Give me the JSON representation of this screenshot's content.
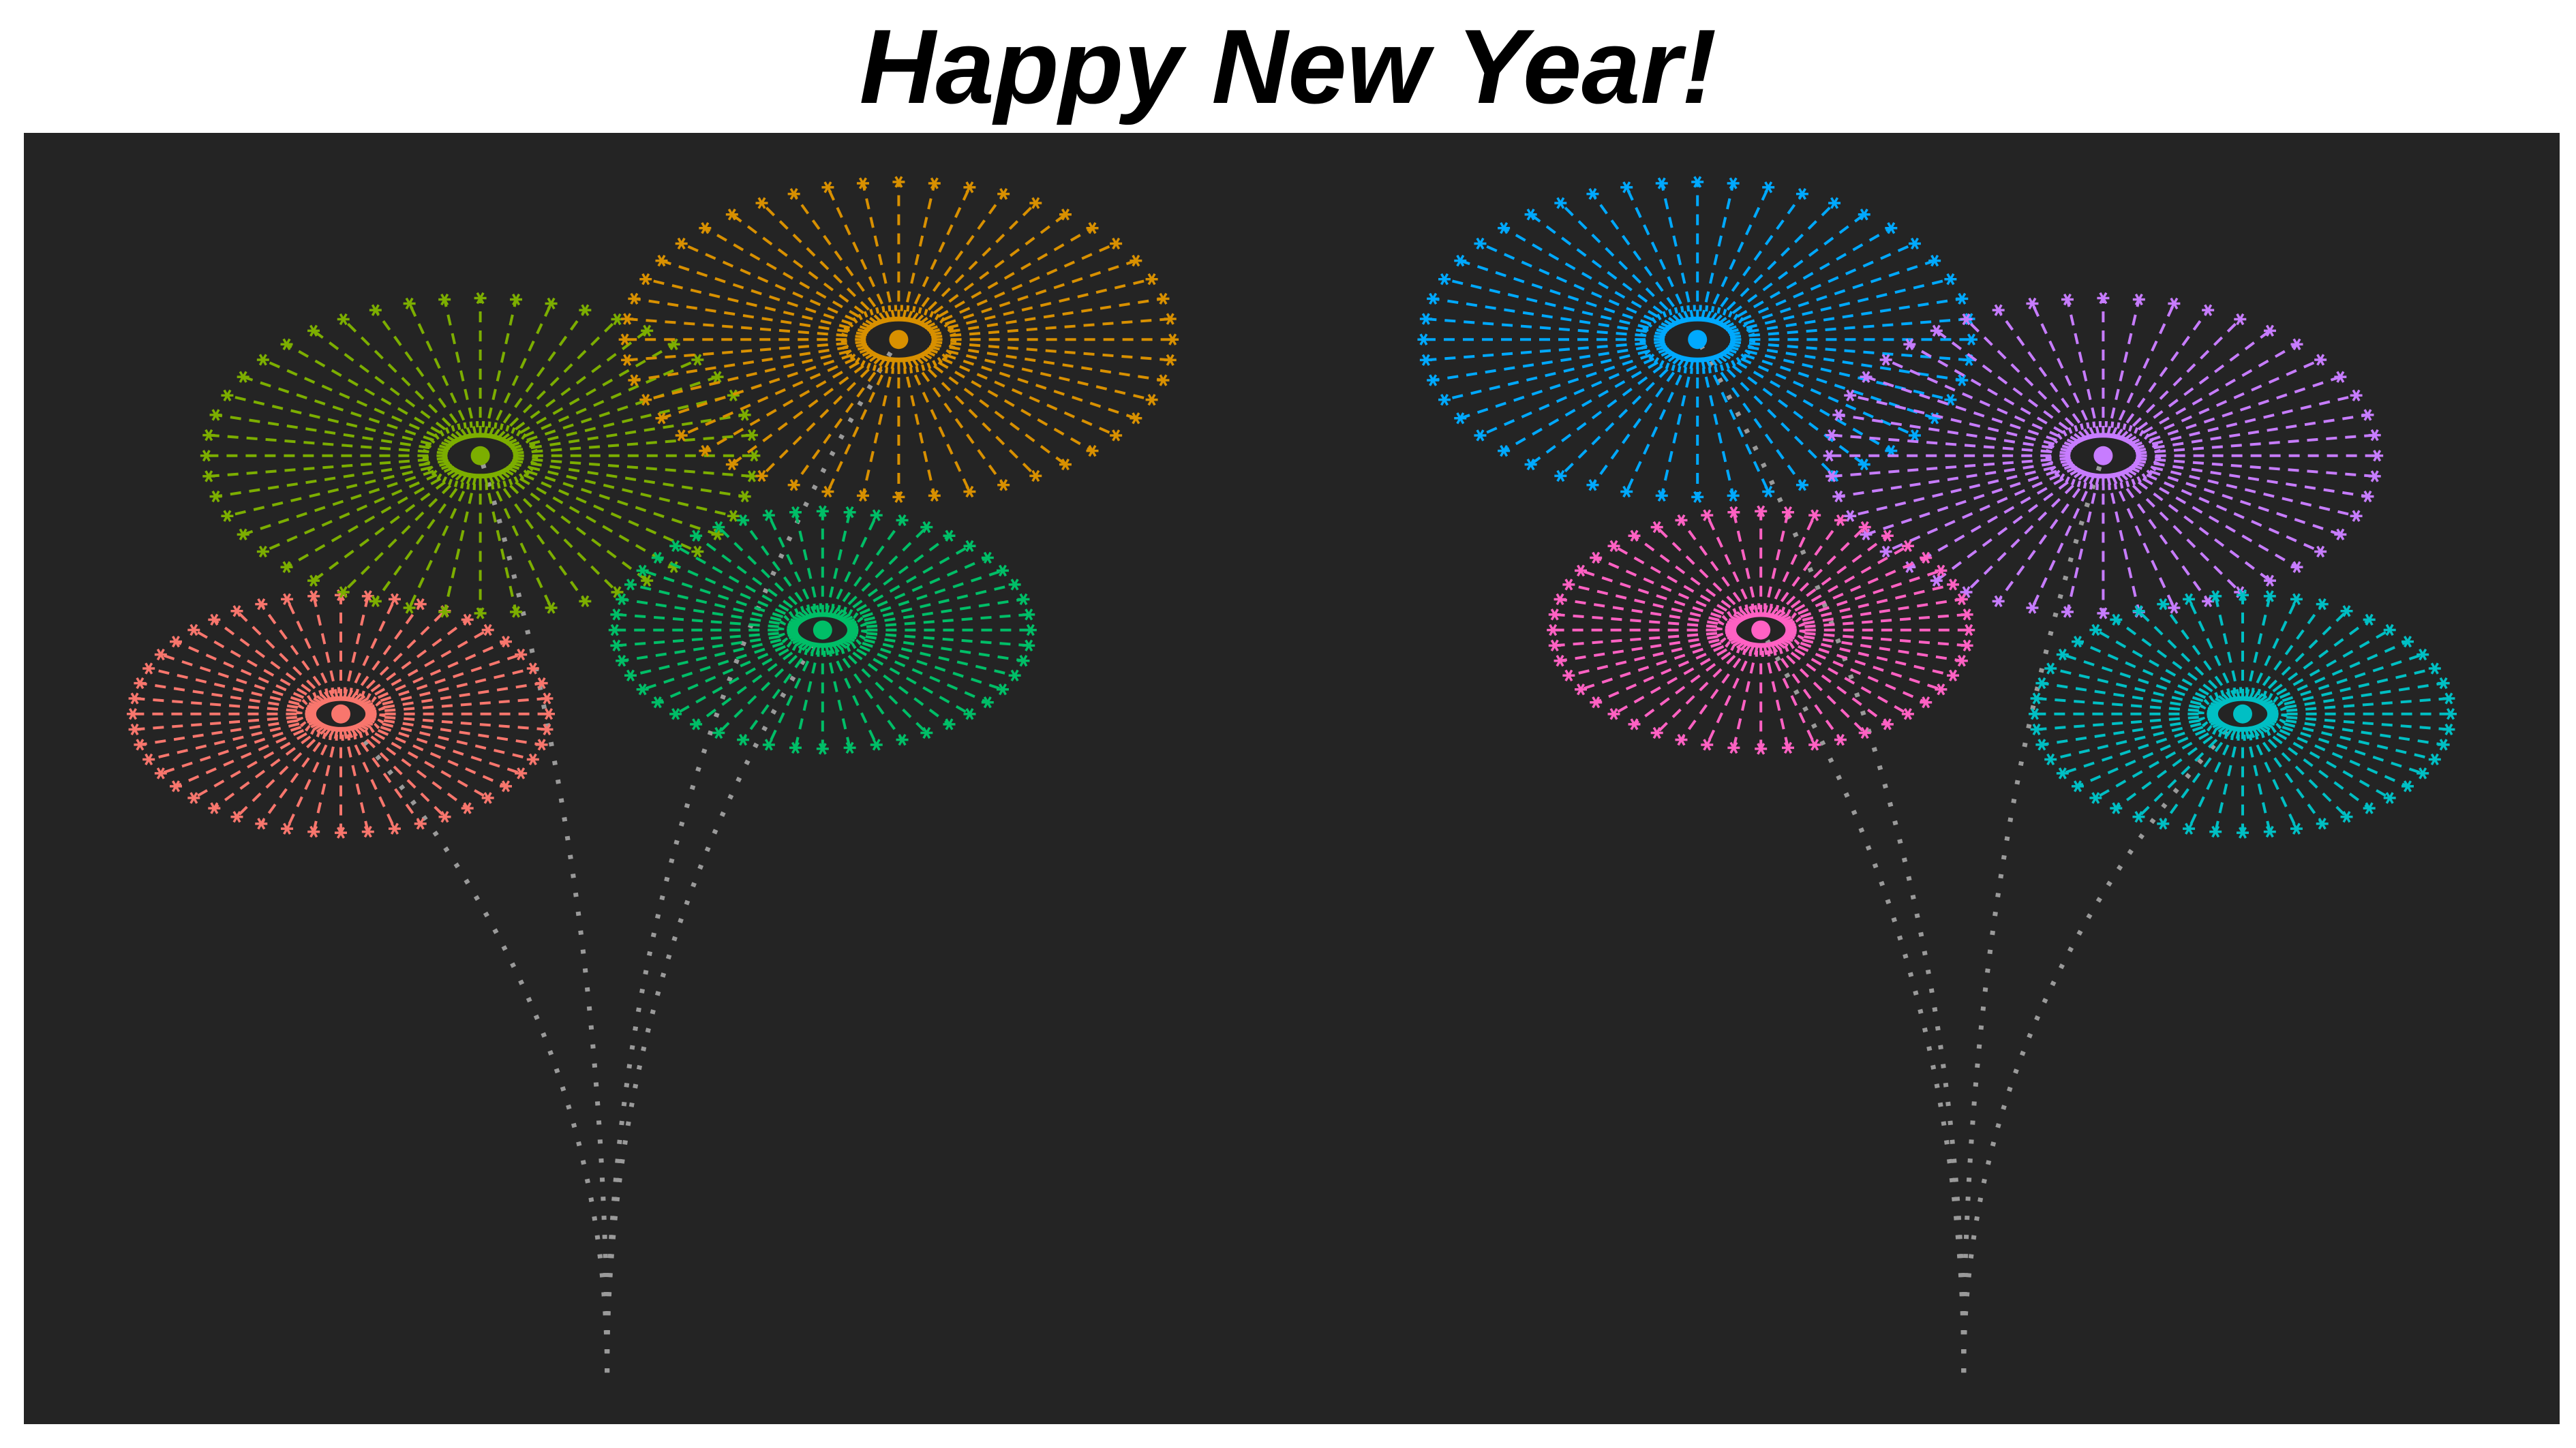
{
  "title": "Happy New Year!",
  "chart_data": {
    "type": "scatter",
    "description_style": "fireworks (polar rays rendered as dashed spokes with star tips, launched from dotted stems)",
    "panel_background": "#242424",
    "axes_visible": false,
    "grid": false,
    "legend": "none",
    "xlim": [
      0,
      100
    ],
    "ylim": [
      0,
      100
    ],
    "launch_points": [
      {
        "x": 23,
        "y": 4
      },
      {
        "x": 76.5,
        "y": 4
      }
    ],
    "trail_color": "#9a9a9a",
    "fireworks": [
      {
        "center": [
          12.5,
          55
        ],
        "rx": 8.2,
        "ry": 9.2,
        "launch": 0,
        "color": "#F8766D"
      },
      {
        "center": [
          18.0,
          75
        ],
        "rx": 10.8,
        "ry": 12.2,
        "launch": 0,
        "color": "#7CAE00"
      },
      {
        "center": [
          34.5,
          84
        ],
        "rx": 10.8,
        "ry": 12.2,
        "launch": 0,
        "color": "#D89000"
      },
      {
        "center": [
          31.5,
          61.5
        ],
        "rx": 8.2,
        "ry": 9.2,
        "launch": 0,
        "color": "#00BE67"
      },
      {
        "center": [
          66.0,
          84
        ],
        "rx": 10.8,
        "ry": 12.2,
        "launch": 1,
        "color": "#00A9FF"
      },
      {
        "center": [
          82.0,
          75
        ],
        "rx": 10.8,
        "ry": 12.2,
        "launch": 1,
        "color": "#C77CFF"
      },
      {
        "center": [
          68.5,
          61.5
        ],
        "rx": 8.2,
        "ry": 9.2,
        "launch": 1,
        "color": "#FF61C3"
      },
      {
        "center": [
          87.5,
          55
        ],
        "rx": 8.2,
        "ry": 9.2,
        "launch": 1,
        "color": "#00BFC4"
      }
    ],
    "rays_per_firework": 48
  }
}
